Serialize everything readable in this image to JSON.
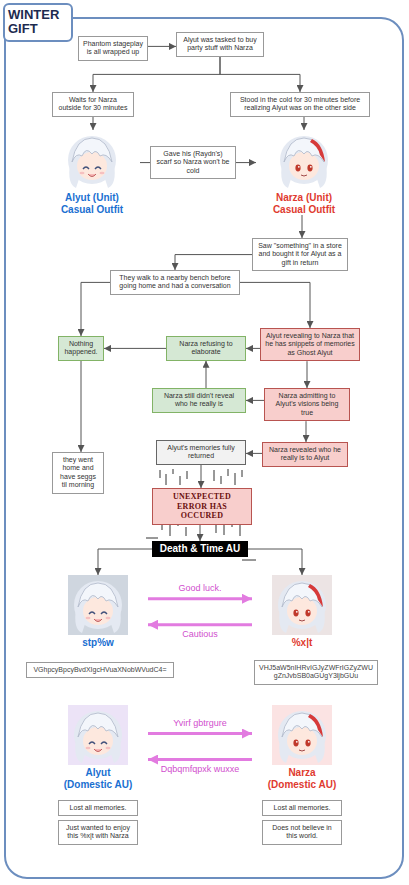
{
  "diagram": {
    "title": "WINTER GIFT",
    "nodes": [
      {
        "text": [
          "Phantom stageplay is all wrapped up"
        ]
      },
      {
        "text": [
          "Alyut was tasked to buy party stuff with Narza"
        ]
      },
      {
        "text": [
          "Waits for Narza outside for 30 minutes"
        ]
      },
      {
        "text": [
          "Stood in the cold for 30 minutes before realizing Alyut was on the other side"
        ]
      },
      {
        "text": [
          "Alyut (Unit) Casual Outfit"
        ]
      },
      {
        "text": [
          "Gave his (Raydn's) scarf so Narza won't be cold"
        ]
      },
      {
        "text": [
          "Narza (Unit) Casual Outfit"
        ]
      },
      {
        "text": [
          "Saw \"something\" in a store and bought it for Alyut as a gift in return"
        ]
      },
      {
        "text": [
          "They walk to a nearby bench before going home and had a conversation"
        ]
      },
      {
        "text": [
          "Nothing happened."
        ]
      },
      {
        "text": [
          "Narza refusing to elaborate"
        ]
      },
      {
        "text": [
          "Alyut revealing to Narza that he has snippets of memories as Ghost Alyut"
        ]
      },
      {
        "text": [
          "Narza still didn't reveal who he really is"
        ]
      },
      {
        "text": [
          "Narza admitting to Alyut's visions being true"
        ]
      },
      {
        "text": [
          "they went home and have seggs til morning"
        ]
      },
      {
        "text": [
          "Alyut's memories fully returned"
        ]
      },
      {
        "text": [
          "Narza revealed who he really is to Alyut"
        ]
      },
      {
        "text": [
          "UNEXPECTED ERROR HAS OCCURED"
        ]
      },
      {
        "text": [
          "Death & Time AU"
        ]
      },
      {
        "text": [
          "stp%w"
        ]
      },
      {
        "text": [
          "%x|t"
        ]
      },
      {
        "text": [
          "VGhpcyBpcyBvdXIgcHVuaXNobWVudC4="
        ]
      },
      {
        "text": [
          "VHJ5aW5nIHRvIGJyZWFrIGZyZWUgZnJvbSB0aGUgY3ljbGUu"
        ]
      },
      {
        "text": [
          "Alyut (Domestic AU)"
        ]
      },
      {
        "text": [
          "Narza (Domestic AU)"
        ]
      },
      {
        "text": [
          "Lost all memories."
        ]
      },
      {
        "text": [
          "Just wanted to enjoy this %x|t with Narza"
        ]
      },
      {
        "text": [
          "Lost all memories."
        ]
      },
      {
        "text": [
          "Does not believe in this world."
        ]
      }
    ],
    "edges": [
      {
        "from": 0,
        "to": 1,
        "arrow": "to"
      },
      {
        "from": 1,
        "to": 2,
        "arrow": "to"
      },
      {
        "from": 1,
        "to": 3,
        "arrow": "to"
      },
      {
        "from": 2,
        "to": 4,
        "arrow": "to"
      },
      {
        "from": 3,
        "to": 6,
        "arrow": "to"
      },
      {
        "from": 4,
        "to": 5,
        "arrow": "none"
      },
      {
        "from": 5,
        "to": 6,
        "arrow": "to"
      },
      {
        "from": 6,
        "to": 7,
        "arrow": "to"
      },
      {
        "from": 7,
        "to": 8,
        "arrow": "to"
      },
      {
        "from": 8,
        "to": 9,
        "arrow": "to"
      },
      {
        "from": 8,
        "to": 11,
        "arrow": "to"
      },
      {
        "from": 11,
        "to": 10,
        "arrow": "to"
      },
      {
        "from": 10,
        "to": 9,
        "arrow": "to"
      },
      {
        "from": 11,
        "to": 13,
        "arrow": "to"
      },
      {
        "from": 13,
        "to": 12,
        "arrow": "to"
      },
      {
        "from": 12,
        "to": 10,
        "arrow": "to"
      },
      {
        "from": 13,
        "to": 16,
        "arrow": "to"
      },
      {
        "from": 16,
        "to": 15,
        "arrow": "to"
      },
      {
        "from": 9,
        "to": 14,
        "arrow": "to"
      },
      {
        "from": 15,
        "to": 17,
        "arrow": "to"
      },
      {
        "from": 17,
        "to": 18,
        "arrow": "to"
      },
      {
        "from": 18,
        "to": 19,
        "arrow": "to"
      },
      {
        "from": 18,
        "to": 20,
        "arrow": "to"
      },
      {
        "from": 19,
        "to": 20,
        "label": "Good luck.",
        "arrow": "to"
      },
      {
        "from": 20,
        "to": 19,
        "label": "Cautious",
        "arrow": "to"
      },
      {
        "from": 23,
        "to": 24,
        "label": "Yvirf gbtrgure",
        "arrow": "to"
      },
      {
        "from": 24,
        "to": 23,
        "label": "Dqbqmfqpxk wuxxe",
        "arrow": "to"
      }
    ]
  }
}
